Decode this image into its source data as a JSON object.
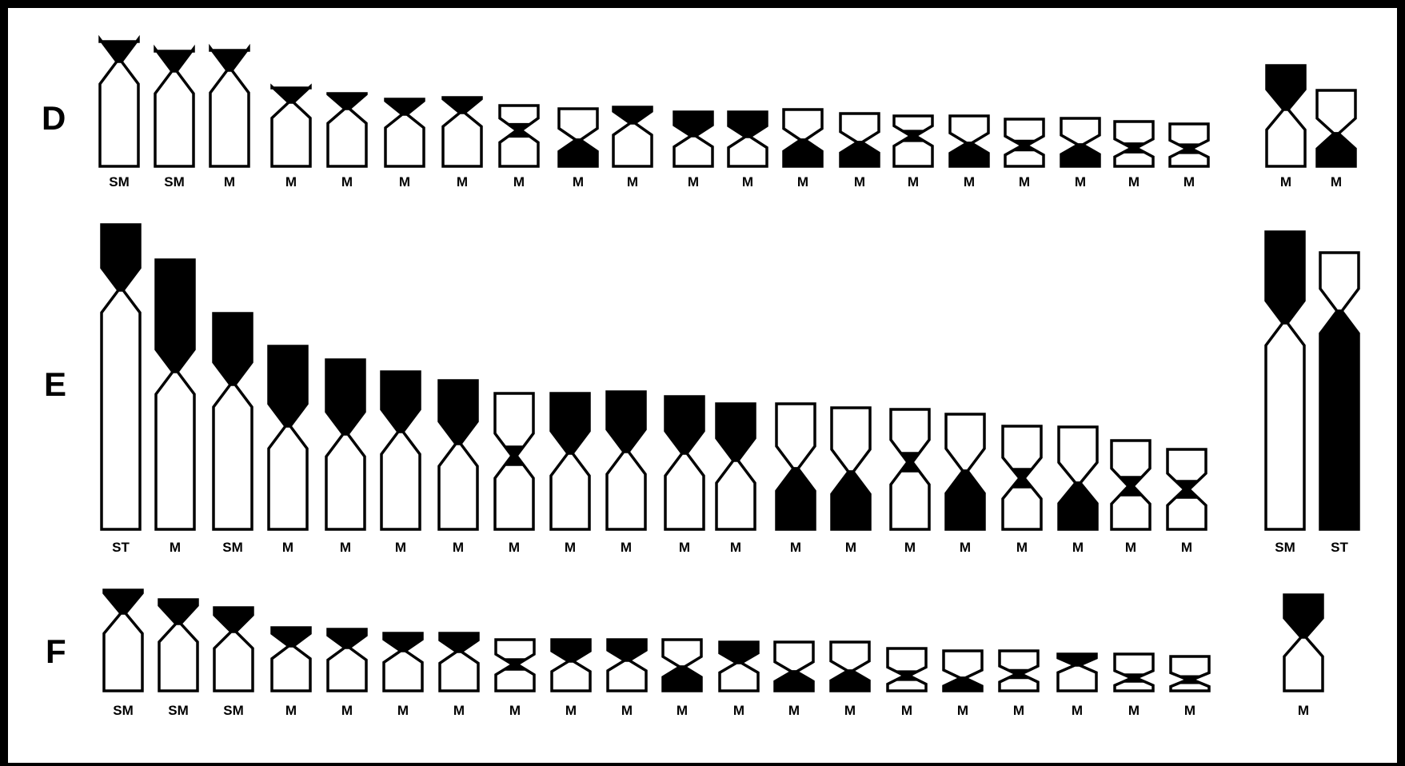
{
  "colors": {
    "stroke": "#000000",
    "fill": "#000000",
    "background": "#ffffff"
  },
  "rows": [
    {
      "id": "D",
      "label": "D",
      "chromosomes": [
        {
          "type": "SM",
          "dark": "p"
        },
        {
          "type": "SM",
          "dark": "p"
        },
        {
          "type": "M",
          "dark": "p"
        },
        {
          "type": "M",
          "dark": "p"
        },
        {
          "type": "M",
          "dark": "p"
        },
        {
          "type": "M",
          "dark": "p"
        },
        {
          "type": "M",
          "dark": "p"
        },
        {
          "type": "M",
          "dark": "c"
        },
        {
          "type": "M",
          "dark": "q"
        },
        {
          "type": "M",
          "dark": "p"
        },
        {
          "type": "M",
          "dark": "p"
        },
        {
          "type": "M",
          "dark": "p"
        },
        {
          "type": "M",
          "dark": "q"
        },
        {
          "type": "M",
          "dark": "q"
        },
        {
          "type": "M",
          "dark": "c"
        },
        {
          "type": "M",
          "dark": "q"
        },
        {
          "type": "M",
          "dark": "c"
        },
        {
          "type": "M",
          "dark": "q"
        },
        {
          "type": "M",
          "dark": "c"
        },
        {
          "type": "M",
          "dark": "c"
        },
        {
          "type": "M",
          "dark": "p"
        },
        {
          "type": "M",
          "dark": "q"
        }
      ]
    },
    {
      "id": "E",
      "label": "E",
      "chromosomes": [
        {
          "type": "ST",
          "dark": "p"
        },
        {
          "type": "M",
          "dark": "p"
        },
        {
          "type": "SM",
          "dark": "p"
        },
        {
          "type": "M",
          "dark": "p"
        },
        {
          "type": "M",
          "dark": "p"
        },
        {
          "type": "M",
          "dark": "p"
        },
        {
          "type": "M",
          "dark": "p"
        },
        {
          "type": "M",
          "dark": "c"
        },
        {
          "type": "M",
          "dark": "p"
        },
        {
          "type": "M",
          "dark": "p"
        },
        {
          "type": "M",
          "dark": "p"
        },
        {
          "type": "M",
          "dark": "p"
        },
        {
          "type": "M",
          "dark": "q"
        },
        {
          "type": "M",
          "dark": "q"
        },
        {
          "type": "M",
          "dark": "c"
        },
        {
          "type": "M",
          "dark": "q"
        },
        {
          "type": "M",
          "dark": "c"
        },
        {
          "type": "M",
          "dark": "q"
        },
        {
          "type": "M",
          "dark": "c"
        },
        {
          "type": "M",
          "dark": "c"
        },
        {
          "type": "SM",
          "dark": "p"
        },
        {
          "type": "ST",
          "dark": "q"
        }
      ]
    },
    {
      "id": "F",
      "label": "F",
      "chromosomes": [
        {
          "type": "SM",
          "dark": "p"
        },
        {
          "type": "SM",
          "dark": "p"
        },
        {
          "type": "SM",
          "dark": "p"
        },
        {
          "type": "M",
          "dark": "p"
        },
        {
          "type": "M",
          "dark": "p"
        },
        {
          "type": "M",
          "dark": "p"
        },
        {
          "type": "M",
          "dark": "p"
        },
        {
          "type": "M",
          "dark": "c"
        },
        {
          "type": "M",
          "dark": "p"
        },
        {
          "type": "M",
          "dark": "p"
        },
        {
          "type": "M",
          "dark": "q"
        },
        {
          "type": "M",
          "dark": "p"
        },
        {
          "type": "M",
          "dark": "q"
        },
        {
          "type": "M",
          "dark": "q"
        },
        {
          "type": "M",
          "dark": "c"
        },
        {
          "type": "M",
          "dark": "q"
        },
        {
          "type": "M",
          "dark": "c"
        },
        {
          "type": "M",
          "dark": "p"
        },
        {
          "type": "M",
          "dark": "c"
        },
        {
          "type": "M",
          "dark": "c"
        },
        {
          "type": "M",
          "dark": "p"
        }
      ]
    }
  ]
}
